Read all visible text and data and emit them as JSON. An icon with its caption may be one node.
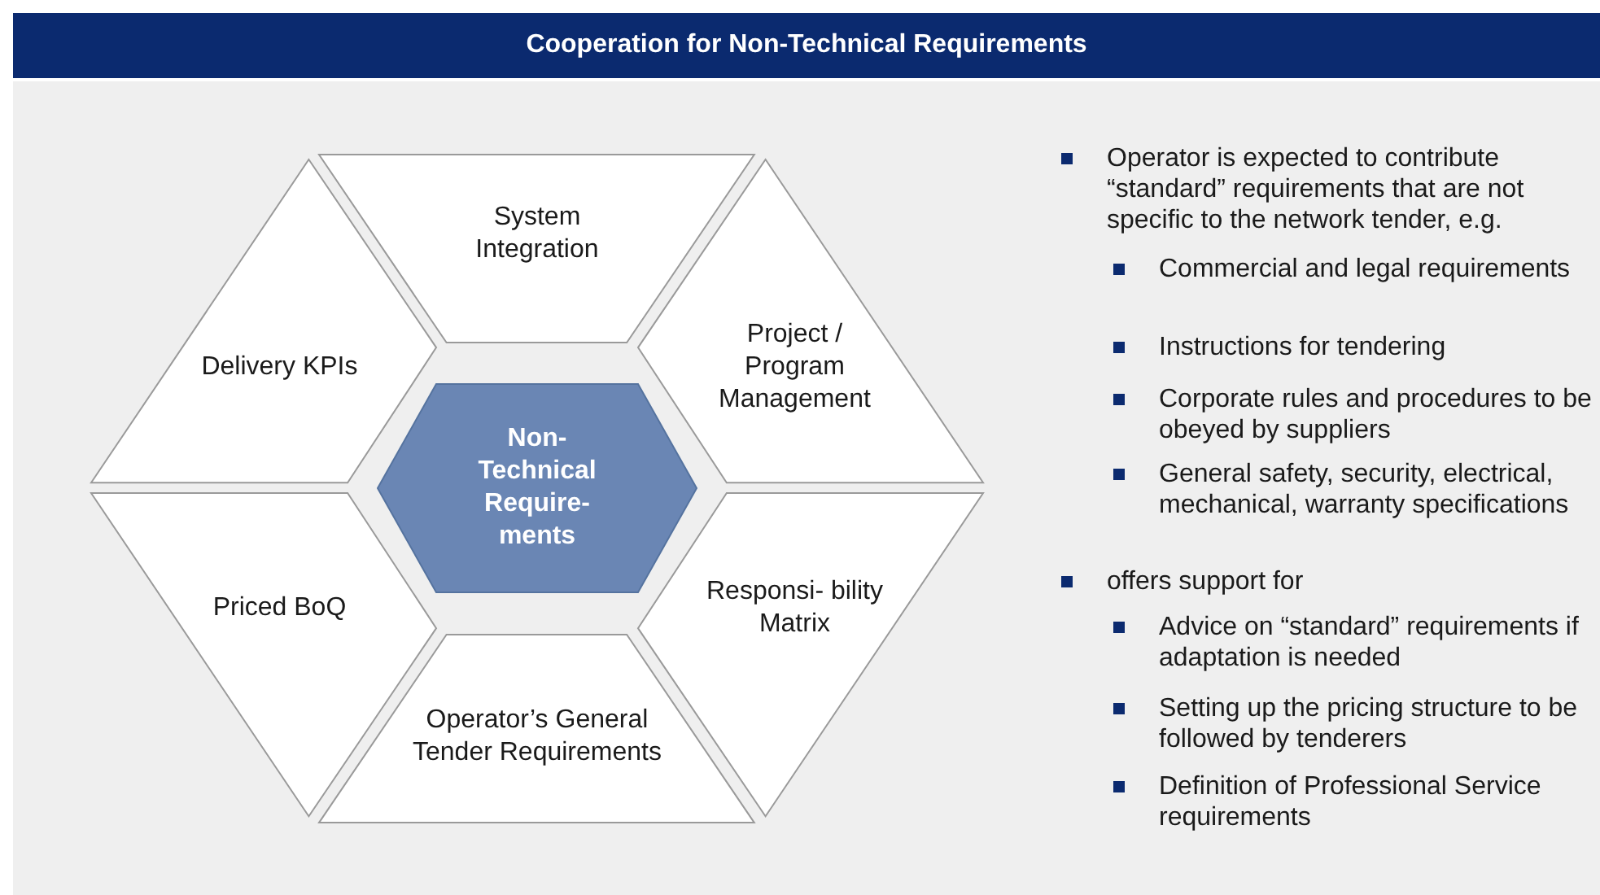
{
  "diagram": {
    "title": "Cooperation for Non-Technical Requirements",
    "nodes": [
      {
        "text": [
          "System Integration"
        ]
      },
      {
        "text": [
          "Delivery KPIs"
        ]
      },
      {
        "text": [
          "Project / Program Management"
        ]
      },
      {
        "text": [
          "Non- Technical Require- ments"
        ]
      },
      {
        "text": [
          "Priced BoQ"
        ]
      },
      {
        "text": [
          "Responsi- bility Matrix"
        ]
      },
      {
        "text": [
          "Operator’s General Tender Requirements"
        ]
      }
    ],
    "labels": [
      "Operator is expected to contribute “standard” requirements that are not specific to the network tender, e.g.",
      "Commercial and legal requirements",
      "Instructions for tendering",
      "Corporate rules and procedures to be obeyed by suppliers",
      "General safety, security, electrical, mechanical, warranty specifications",
      "offers support for",
      "Advice on “standard” requirements if adaptation is needed",
      "Setting up the pricing structure to be followed by tenderers",
      "Definition of Professional Service requirements"
    ]
  }
}
